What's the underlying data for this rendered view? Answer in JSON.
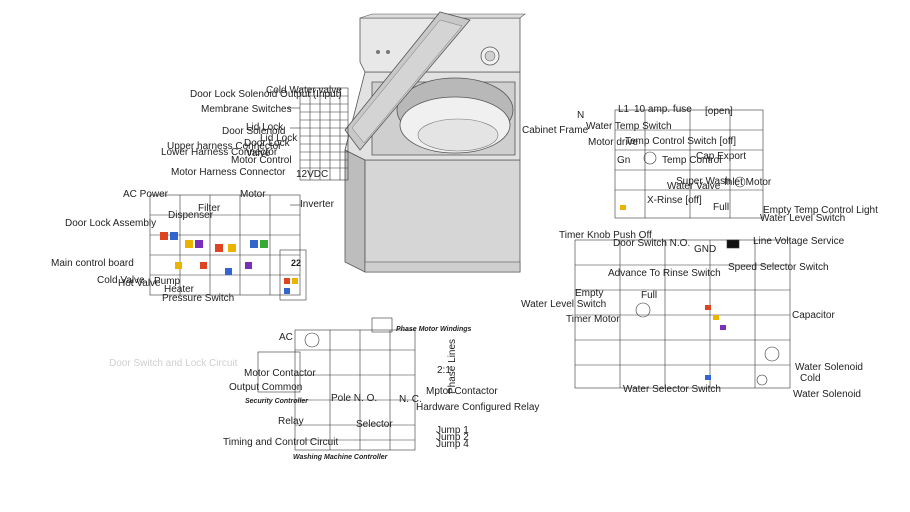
{
  "washer_labels": {
    "cabinet_frame": "Cabinet Frame"
  },
  "top_left_labels": [
    "Cold Water valve",
    "Door Lock Solenoid Output (Input)",
    "Membrane Switches",
    "Lid Lock",
    "Door Solenoid",
    "Lid Lock",
    "Door Lock",
    "Upper harness Connector",
    "Lower Harness Connector",
    "Motor Control",
    "Motor Harness Connector",
    "12VDC",
    "Valve"
  ],
  "left_mid_labels": {
    "ac_power": "AC Power",
    "motor": "Motor",
    "dispenser": "Dispenser",
    "filter": "Filter",
    "inverter": "Inverter",
    "door_lock_assembly": "Door Lock Assembly",
    "main_control_board": "Main control board",
    "cold_valve": "Cold Valve",
    "hot_valve": "Hot Valve",
    "pump": "Pump",
    "heater": "Heater",
    "pressure_switch": "Pressure Switch",
    "box_number": "22"
  },
  "bottom_center_labels": {
    "phase_motor": "Phase Motor Windings",
    "ac": "AC",
    "door_switch_lock": "Door Switch and Lock Circuit",
    "motor_contactor": "Motor Contactor",
    "output_common": "Output Common",
    "security_controller": "Security Controller",
    "relay": "Relay",
    "timing_control": "Timing and Control Circuit",
    "washing_machine_controller": "Washing Machine Controller",
    "pole_n_o": "Pole N. O.",
    "n_c": "N. C.",
    "selector": "Selector",
    "phase_lines": "Phase Lines",
    "two_to_one": "2:1",
    "mptor_contactor": "Mptor Contactor",
    "hardware_relay": "Hardware Configured Relay",
    "jump1": "Jump 1",
    "jump2": "Jump 2",
    "jump4": "Jump 4"
  },
  "top_right_labels": {
    "l1": "L1",
    "ten_amp": "10 amp. fuse",
    "open": "[open]",
    "n": "N",
    "water_temp_switch": "Water Temp Switch",
    "motor_drive": "Motor drive",
    "temp_control_switch": "Temp Control Switch [off]",
    "gn": "Gn",
    "cap_export": "Cap Export",
    "temp_control": "Temp Control",
    "super_wash": "Super Wash",
    "inlet_motor": "Inlet Motor",
    "water_valve": "Water Valve",
    "x_rinse": "X-Rinse [off]",
    "full": "Full",
    "empty_temp": "Empty Temp Control Light",
    "water_level_switch": "Water Level Switch"
  },
  "bottom_right_labels": {
    "timer_knob": "Timer Knob Push Off",
    "door_switch_no": "Door Switch N.O.",
    "gnd": "GND",
    "line_voltage": "Line Voltage Service",
    "advance_to_rinse": "Advance To Rinse Switch",
    "speed_selector": "Speed Selector Switch",
    "empty": "Empty",
    "full": "Full",
    "water_level_switch": "Water Level Switch",
    "timer_motor": "Timer Motor",
    "capacitor": "Capacitor",
    "water_solenoid_cold": "Water Solenoid",
    "cold": "Cold",
    "water_selector": "Water Selector Switch",
    "water_solenoid": "Water Solenoid"
  }
}
